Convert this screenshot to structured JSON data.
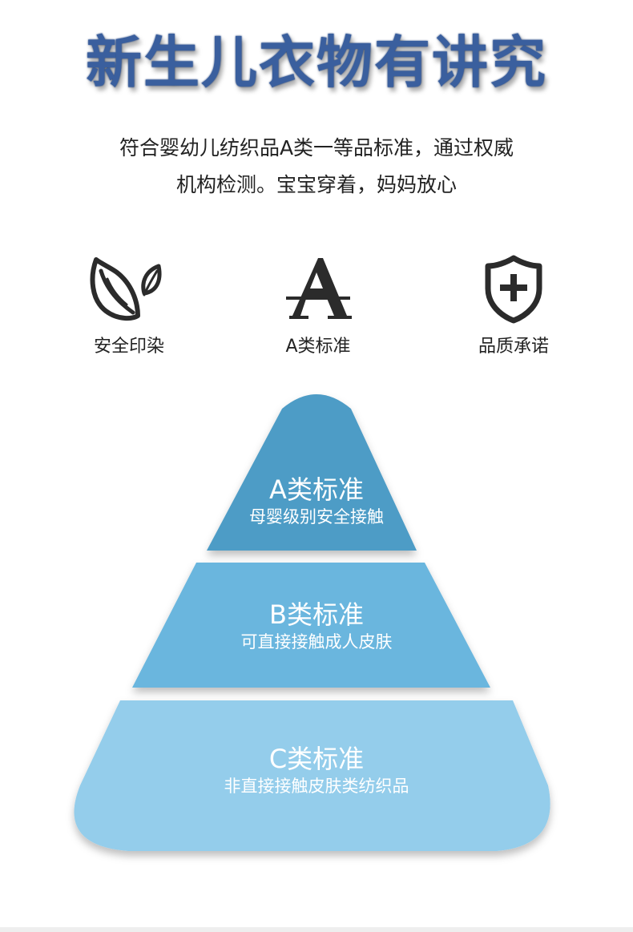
{
  "title": "新生儿衣物有讲究",
  "intro": {
    "line1": "符合婴幼儿纺织品A类一等品标准，通过权威",
    "line2": "机构检测。宝宝穿着，妈妈放心"
  },
  "features": [
    {
      "icon": "leaf-icon",
      "label": "安全印染"
    },
    {
      "icon": "letter-a-icon",
      "label": "A类标准"
    },
    {
      "icon": "shield-plus-icon",
      "label": "品质承诺"
    }
  ],
  "pyramid": {
    "tiers": [
      {
        "name": "A类标准",
        "desc": "母婴级别安全接触",
        "color": "#4e9cc6"
      },
      {
        "name": "B类标准",
        "desc": "可直接接触成人皮肤",
        "color": "#6ab6de"
      },
      {
        "name": "C类标准",
        "desc": "非直接接触皮肤类纺织品",
        "color": "#94cdeb"
      }
    ]
  }
}
